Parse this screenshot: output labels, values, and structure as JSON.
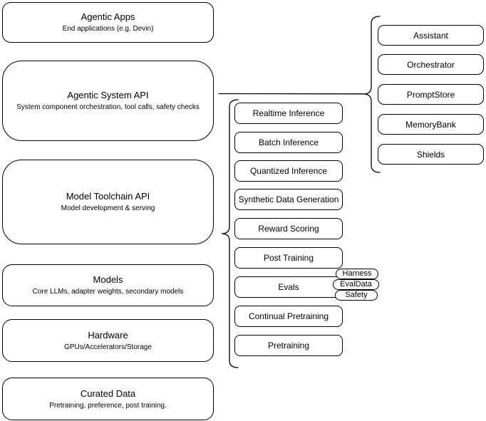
{
  "diagram": {
    "left_stack": [
      {
        "title": "Agentic Apps",
        "subtitle": "End applications (e.g. Devin)"
      },
      {
        "title": "Agentic System API",
        "subtitle": "System component orchestration, tool calls, safety checks"
      },
      {
        "title": "Model Toolchain API",
        "subtitle": "Model development & serving"
      },
      {
        "title": "Models",
        "subtitle": "Core LLMs, adapter weights, secondary models"
      },
      {
        "title": "Hardware",
        "subtitle": "GPUs/Accelerators/Storage"
      },
      {
        "title": "Curated Data",
        "subtitle": "Pretraining, preference, post training."
      }
    ],
    "toolchain_stack": [
      "Realtime Inference",
      "Batch Inference",
      "Quantized Inference",
      "Synthetic Data Generation",
      "Reward Scoring",
      "Post Training",
      "Evals",
      "Continual Pretraining",
      "Pretraining"
    ],
    "evals_tags": [
      "Harness",
      "EvalData",
      "Safety"
    ],
    "system_stack": [
      "Assistant",
      "Orchestrator",
      "PromptStore",
      "MemoryBank",
      "Shields"
    ],
    "colors": {
      "stroke": "#000000",
      "fill": "#ffffff",
      "text": "#000000",
      "background": "#ffffff"
    }
  }
}
